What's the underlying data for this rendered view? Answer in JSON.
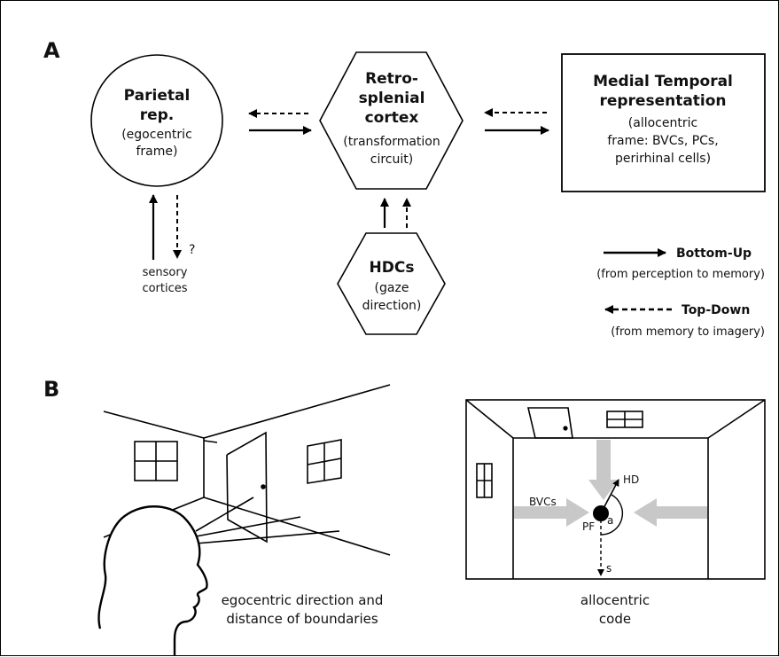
{
  "panel_a": {
    "label": "A",
    "parietal": {
      "title1": "Parietal",
      "title2": "rep.",
      "sub1": "(egocentric",
      "sub2": "frame)"
    },
    "retro": {
      "title1": "Retro-",
      "title2": "splenial",
      "title3": "cortex",
      "sub1": "(transformation",
      "sub2": "circuit)"
    },
    "mtl": {
      "title1": "Medial Temporal",
      "title2": "representation",
      "sub1": "(allocentric",
      "sub2": "frame: BVCs, PCs,",
      "sub3": "perirhinal cells)"
    },
    "hdc": {
      "title": "HDCs",
      "sub1": "(gaze",
      "sub2": "direction)"
    },
    "sensory": {
      "line1": "sensory",
      "line2": "cortices",
      "question": "?"
    },
    "legend": {
      "bottom_up": "Bottom-Up",
      "bottom_up_desc": "(from perception to memory)",
      "top_down": "Top-Down",
      "top_down_desc": "(from memory to imagery)"
    }
  },
  "panel_b": {
    "label": "B",
    "left_caption1": "egocentric direction and",
    "left_caption2": "distance of boundaries",
    "right_caption1": "allocentric",
    "right_caption2": "code",
    "bvcs": "BVCs",
    "hd": "HD",
    "pf": "PF",
    "a": "a",
    "s": "s"
  }
}
